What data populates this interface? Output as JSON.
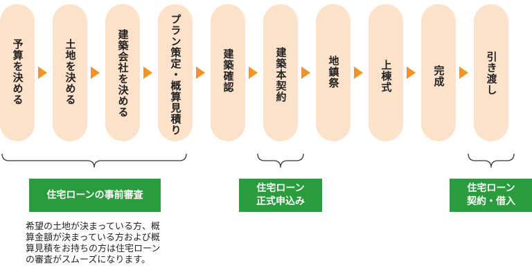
{
  "steps": [
    {
      "label": "予算を決める"
    },
    {
      "label": "土地を決める"
    },
    {
      "label": "建築会社を決める"
    },
    {
      "label": "プラン策定・概算見積り"
    },
    {
      "label": "建築確認"
    },
    {
      "label": "建築本契約"
    },
    {
      "label": "地鎮祭"
    },
    {
      "label": "上棟式"
    },
    {
      "label": "完成"
    },
    {
      "label": "引き渡し"
    }
  ],
  "labels": {
    "pre_review": "住宅ローンの事前審査",
    "formal_application_line1": "住宅ローン",
    "formal_application_line2": "正式申込み",
    "contract_line1": "住宅ローン",
    "contract_line2": "契約・借入"
  },
  "note": {
    "line1": "希望の土地が決まっている方、概",
    "line2": "算金額が決まっている方および概",
    "line3": "算見積をお持ちの方は住宅ローン",
    "line4": "の審査がスムーズになります。"
  },
  "colors": {
    "step_fill": "#fde2cb",
    "arrow": "#f39422",
    "label_fill": "#2a9c3d",
    "label_text": "#ffffff"
  }
}
